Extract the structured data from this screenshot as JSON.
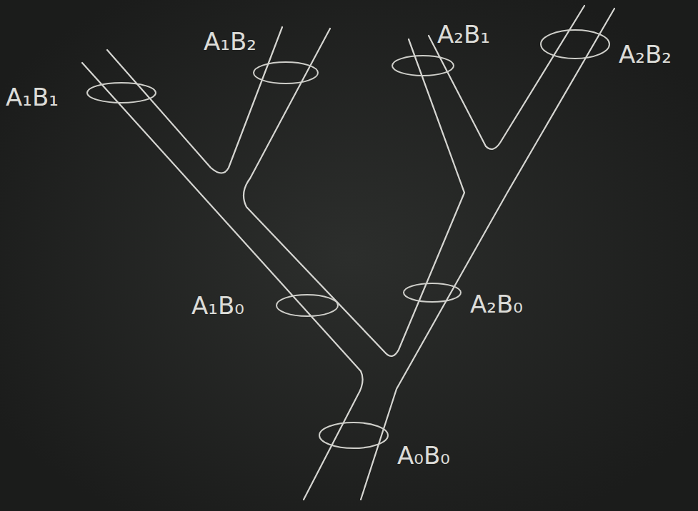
{
  "diagram": {
    "labels": [
      "A₁B₁",
      "A₁B₂",
      "A₂B₁",
      "A₂B₂",
      "A₁B₀",
      "A₂B₀",
      "A₀B₀"
    ]
  }
}
